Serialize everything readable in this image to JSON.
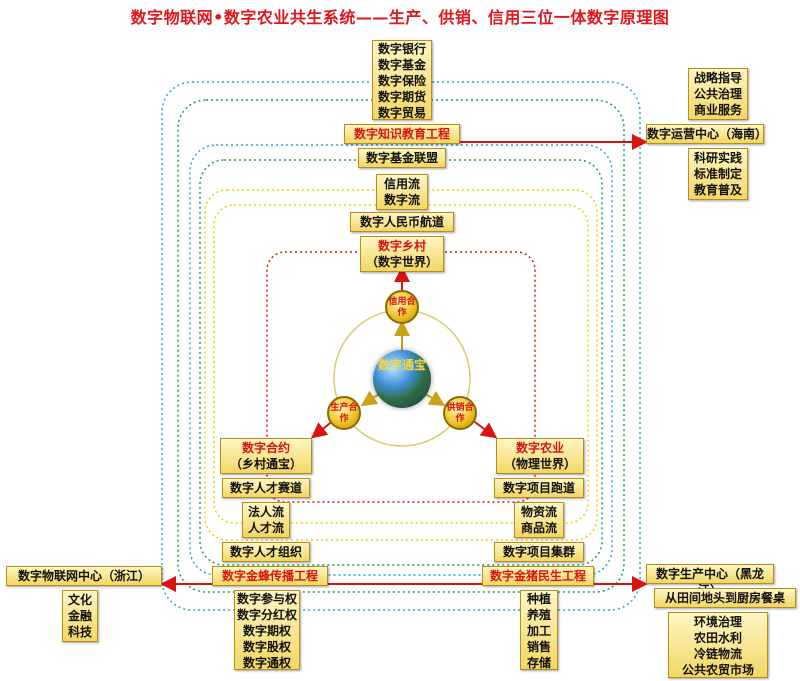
{
  "title": "数字物联网•数字农业共生系统——生产、供销、信用三位一体数字原理图",
  "top_stack": [
    "数字银行",
    "数字基金",
    "数字保险",
    "数字期货",
    "数字贸易"
  ],
  "knowledge_project": "数字知识教育工程",
  "fund_alliance": "数字基金联盟",
  "credit_flow": [
    "信用流",
    "数字流"
  ],
  "rmb_channel": "数字人民币航道",
  "village": {
    "title": "数字乡村",
    "sub": "（数字世界）"
  },
  "ops_center": {
    "label": "数字运营中心（海南）",
    "above": [
      "战略指导",
      "公共治理",
      "商业服务"
    ],
    "below": [
      "科研实践",
      "标准制定",
      "教育普及"
    ]
  },
  "nodes": {
    "credit": "信用合作",
    "production": "生产合作",
    "supply": "供销合作"
  },
  "core": "数字通宝",
  "contract": {
    "title": "数字合约",
    "sub": "（乡村通宝）"
  },
  "agriculture": {
    "title": "数字农业",
    "sub": "（物理世界）"
  },
  "talent_race": "数字人才赛道",
  "project_race": "数字项目跑道",
  "legal_flow": [
    "法人流",
    "人才流"
  ],
  "goods_flow": [
    "物资流",
    "商品流"
  ],
  "talent_org": "数字人才组织",
  "project_cluster": "数字项目集群",
  "left_project": "数字金蜂传播工程",
  "right_project": "数字金猪民生工程",
  "iot_center": {
    "label": "数字物联网中心（浙江）",
    "items": [
      "文化",
      "金融",
      "科技"
    ]
  },
  "production_center": {
    "label": "数字生产中心（黑龙江）",
    "sub": "从田间地头到厨房餐桌",
    "items": [
      "环境治理",
      "农田水利",
      "冷链物流",
      "公共农贸市场"
    ]
  },
  "rights_stack": [
    "数字参与权",
    "数字分红权",
    "数字期权",
    "数字股权",
    "数字通权"
  ],
  "production_stack": [
    "种植",
    "养殖",
    "加工",
    "销售",
    "存储"
  ],
  "colors": {
    "title_red": "#e0161c",
    "box_fill": "#f2d765",
    "arrow_red": "#d7140f",
    "loop_cyan": "#28a8c8",
    "loop_green": "#1f9a5a",
    "loop_yellow": "#e8d800",
    "loop_red": "#d7140f"
  }
}
